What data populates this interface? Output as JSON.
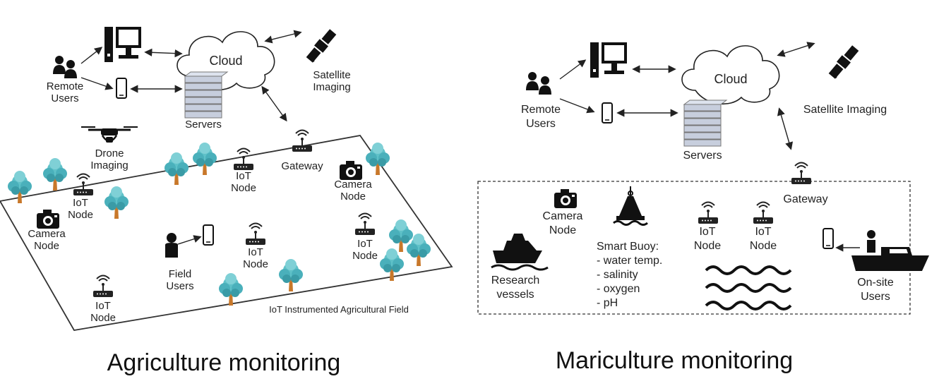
{
  "agriculture": {
    "caption": "Agriculture monitoring",
    "remote_users_1": "Remote",
    "remote_users_2": "Users",
    "cloud": "Cloud",
    "servers": "Servers",
    "satellite_1": "Satellite",
    "satellite_2": "Imaging",
    "drone_1": "Drone",
    "drone_2": "Imaging",
    "gateway": "Gateway",
    "iot_node_1": "IoT",
    "iot_node_2": "Node",
    "camera_node_1": "Camera",
    "camera_node_2": "Node",
    "field_users_1": "Field",
    "field_users_2": "Users",
    "field_label": "IoT Instrumented Agricultural Field"
  },
  "mariculture": {
    "caption": "Mariculture monitoring",
    "remote_users_1": "Remote",
    "remote_users_2": "Users",
    "cloud": "Cloud",
    "servers": "Servers",
    "satellite": "Satellite Imaging",
    "gateway": "Gateway",
    "camera_node_1": "Camera",
    "camera_node_2": "Node",
    "buoy_title": "Smart Buoy:",
    "buoy_items": [
      "- water temp.",
      "- salinity",
      "- oxygen",
      "- pH"
    ],
    "iot_node_1": "IoT",
    "iot_node_2": "Node",
    "research_1": "Research",
    "research_2": "vessels",
    "onsite_1": "On-site",
    "onsite_2": "Users"
  }
}
